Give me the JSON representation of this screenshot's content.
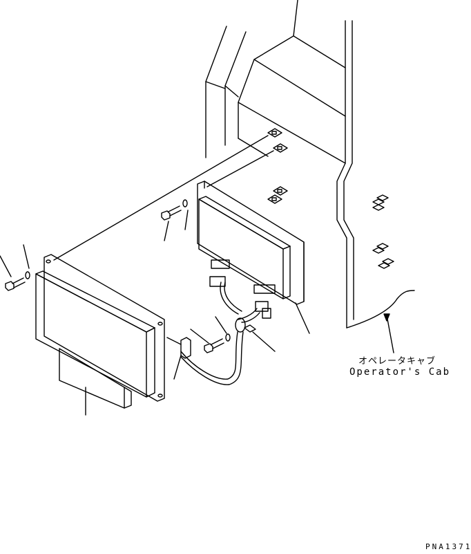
{
  "labels": {
    "operator_cab_jp": "オペレータキャブ",
    "operator_cab_en": "Operator's Cab"
  },
  "figure_number": "PNA1371"
}
